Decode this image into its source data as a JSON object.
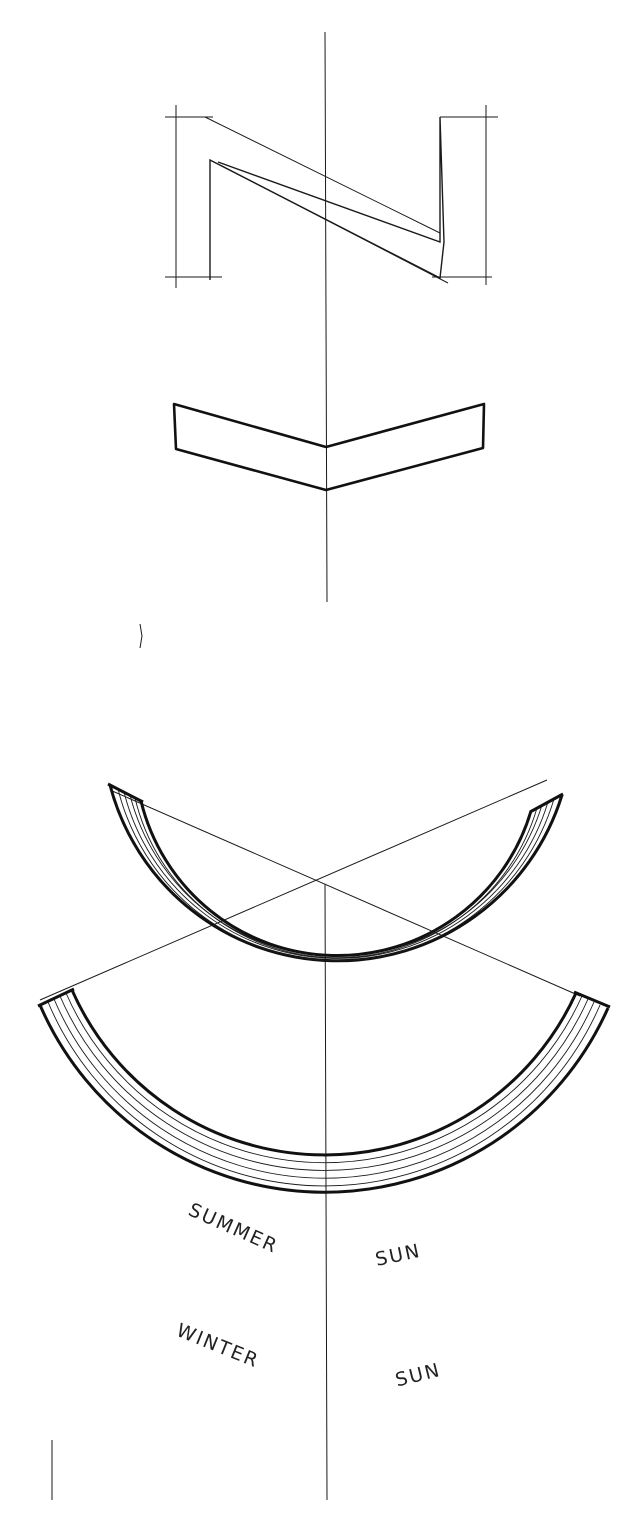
{
  "arcs": {
    "summer": {
      "label_left": "SUMMER",
      "label_right": "SUN"
    },
    "winter": {
      "label_left": "WINTER",
      "label_right": "SUN"
    }
  },
  "colors": {
    "ink": "#1a1a1a",
    "paper": "#ffffff"
  }
}
